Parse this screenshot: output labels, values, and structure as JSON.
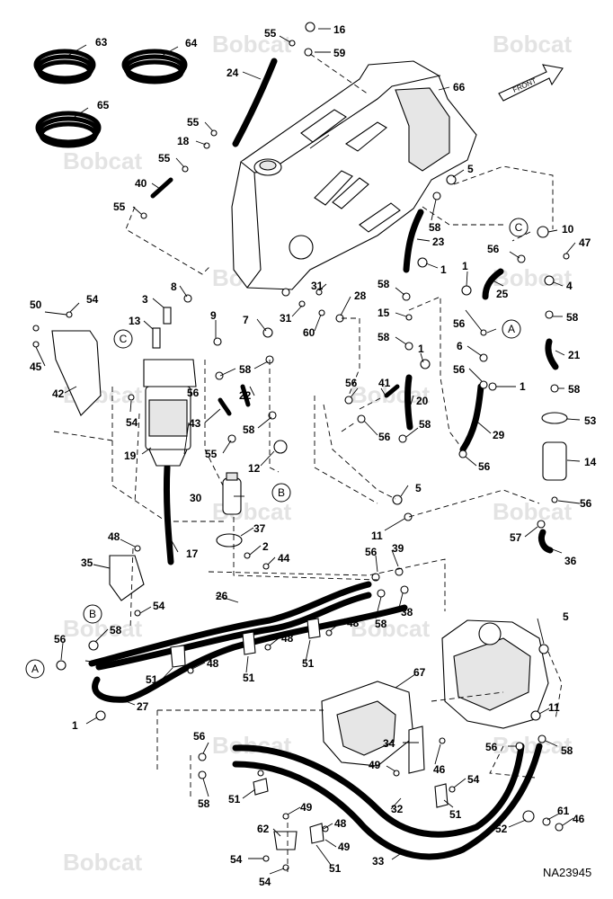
{
  "watermark": "Bobcat",
  "front_label": "FRONT",
  "figure_id": "NA23945",
  "callouts": [
    "A",
    "B",
    "C"
  ],
  "part_numbers": [
    "1",
    "2",
    "3",
    "4",
    "5",
    "6",
    "7",
    "8",
    "9",
    "10",
    "11",
    "12",
    "13",
    "14",
    "15",
    "16",
    "17",
    "18",
    "19",
    "20",
    "21",
    "22",
    "23",
    "24",
    "25",
    "26",
    "27",
    "28",
    "29",
    "30",
    "31",
    "32",
    "33",
    "34",
    "35",
    "36",
    "37",
    "38",
    "39",
    "40",
    "41",
    "42",
    "43",
    "44",
    "45",
    "46",
    "47",
    "48",
    "49",
    "50",
    "51",
    "52",
    "53",
    "54",
    "55",
    "56",
    "57",
    "58",
    "59",
    "60",
    "61",
    "62",
    "63",
    "64",
    "65",
    "66",
    "67"
  ]
}
